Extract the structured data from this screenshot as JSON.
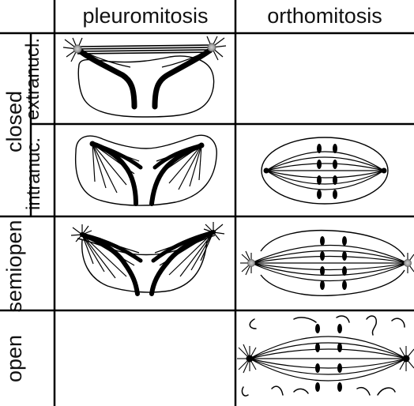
{
  "header": {
    "col1": "pleuromitosis",
    "col2": "orthomitosis"
  },
  "rows": {
    "closed": "closed",
    "extranuclear": "extranucl.",
    "intranuclear": "intranuc.",
    "semiopen": "semiopen",
    "open": "open"
  }
}
